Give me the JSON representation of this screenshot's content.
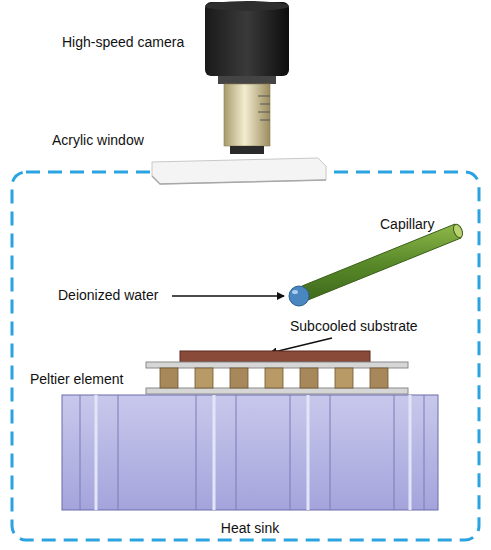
{
  "diagram": {
    "labels": [
      "High-speed camera",
      "Acrylic window",
      "Capillary",
      "Deionized water",
      "Subcooled substrate",
      "Peltier element",
      "Heat sink"
    ]
  }
}
